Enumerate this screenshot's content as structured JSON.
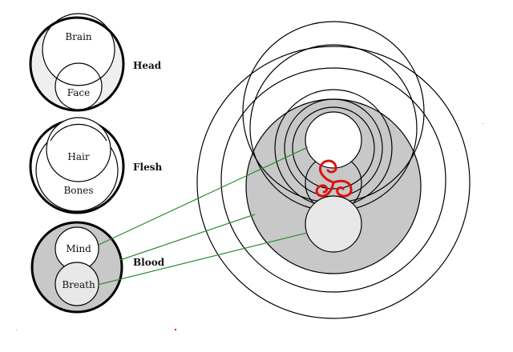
{
  "groups": {
    "head": {
      "label": "Head",
      "top": "Brain",
      "bottom": "Face"
    },
    "flesh": {
      "label": "Flesh",
      "top": "Hair",
      "bottom": "Bones"
    },
    "blood": {
      "label": "Blood",
      "top": "Mind",
      "bottom": "Breath"
    }
  },
  "colors": {
    "stroke": "#000000",
    "fill_light": "#e8e8e8",
    "fill_mid": "#c8c8c8",
    "connector": "#2e8b2e",
    "spiral": "#e01010"
  },
  "icons": {
    "center_symbol": "triskelion-icon"
  }
}
